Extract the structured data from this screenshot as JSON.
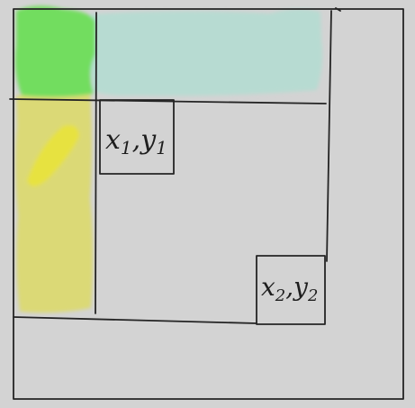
{
  "colors": {
    "background": "#d3d3d3",
    "ink": "#242424",
    "green_highlight": "#72dd5f",
    "teal_highlight": "#b7dbd2",
    "yellow_highlight": "#dbd976",
    "yellow_bright": "#e7e23f"
  },
  "point_labels": {
    "top_left": {
      "x": "x",
      "x_sub": "1",
      "sep": ",",
      "y": "y",
      "y_sub": "1"
    },
    "bottom_right": {
      "x": "x",
      "x_sub": "2",
      "sep": ",",
      "y": "y",
      "y_sub": "2"
    }
  }
}
